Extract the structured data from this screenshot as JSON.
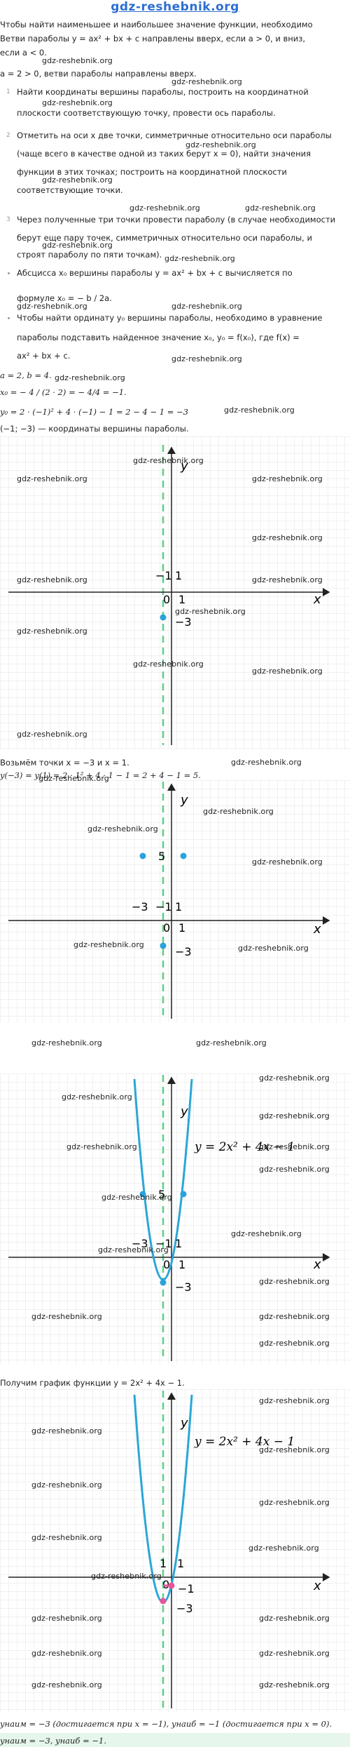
{
  "site": "gdz-reshebnik.org",
  "watermark": "gdz-reshebnik.org",
  "intro": {
    "line1": "Чтобы найти наименьшее и наибольшее значение функции, необходимо",
    "line2": "Ветви параболы y = ax² + bx + c направлены вверх, если a > 0, и вниз,",
    "line3": "если a < 0.",
    "line4": "a = 2 > 0, ветви параболы направлены вверх."
  },
  "steps": [
    {
      "marker": "1",
      "lines": [
        "Найти координаты вершины параболы, построить на координатной",
        "плоскости соответствующую точку, провести ось параболы."
      ]
    },
    {
      "marker": "2",
      "lines": [
        "Отметить на оси x две точки, симметричные относительно оси параболы",
        "(чаще всего в качестве одной из таких берут x = 0), найти значения",
        "функции в этих точках; построить на координатной плоскости",
        "соответствующие точки."
      ]
    },
    {
      "marker": "3",
      "lines": [
        "Через полученные три точки провести параболу (в случае необходимости",
        "берут еще пару точек, симметричных относительно оси параболы, и",
        "строят параболу по пяти точкам)."
      ]
    }
  ],
  "bullets": [
    {
      "lines": [
        "Абсцисса x₀ вершины параболы y = ax² + bx + c вычисляется по",
        "формуле x₀ = − b / 2a."
      ]
    },
    {
      "lines": [
        "Чтобы найти ординату y₀ вершины параболы, необходимо в уравнение",
        "параболы подставить найденное значение x₀, y₀ = f(x₀), где f(x) =",
        "ax² + bx + c."
      ]
    }
  ],
  "calc": {
    "ab": "a = 2, b = 4.",
    "x0": "x₀ = − 4 / (2 · 2) = − 4/4 = −1.",
    "y0": "y₀ = 2 · (−1)² + 4 · (−1) − 1 = 2 − 4 − 1 = −3",
    "vertex": "(−1; −3) — координаты вершины параболы."
  },
  "mid": {
    "points": "Возьмём точки x = −3 и x = 1.",
    "values": "y(−3) = y(1) = 2 · 1² + 4 · 1 − 1 = 2 + 4 − 1 = 5."
  },
  "graph_text": "Получим график функции y = 2x² + 4x − 1.",
  "final": {
    "line1": "yнаим = −3 (достигается при x = −1), yнаиб = −1 (достигается при x = 0).",
    "answer": "yнаим = −3, yнаиб = −1."
  },
  "graph_labels": {
    "x": "x",
    "y": "y",
    "zero": "0",
    "one": "1",
    "minus_one": "−1",
    "minus_three": "−3",
    "five": "5",
    "eq": "y = 2x² + 4x − 1"
  },
  "colors": {
    "curve": "#2aa6d8",
    "axis_line": "#5cd08a",
    "point": "#29a3dc",
    "pink": "#e8559a",
    "grid": "#e3e3e3",
    "header": "#2d6fd0"
  }
}
